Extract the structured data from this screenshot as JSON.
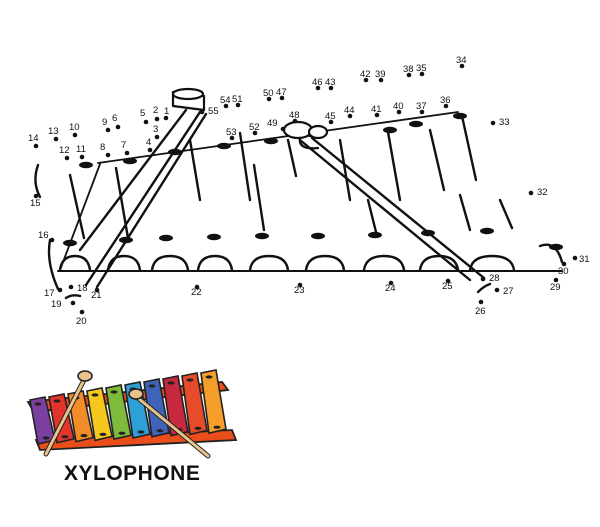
{
  "title": "XYLOPHONE",
  "puzzle": {
    "type": "connect-the-dots",
    "dot_numbers": [
      "1",
      "2",
      "3",
      "4",
      "5",
      "6",
      "7",
      "8",
      "9",
      "10",
      "11",
      "12",
      "13",
      "14",
      "15",
      "16",
      "17",
      "18",
      "19",
      "20",
      "21",
      "22",
      "23",
      "24",
      "25",
      "26",
      "27",
      "28",
      "29",
      "30",
      "31",
      "32",
      "33",
      "34",
      "35",
      "36",
      "37",
      "38",
      "39",
      "40",
      "41",
      "42",
      "43",
      "44",
      "45",
      "46",
      "47",
      "48",
      "49",
      "50",
      "51",
      "52",
      "53",
      "54",
      "55"
    ]
  },
  "colors": {
    "outline": "#111111",
    "bars": [
      "#7b3fa0",
      "#e2342b",
      "#f28c28",
      "#f6c81e",
      "#7dbb3a",
      "#2f9fd8",
      "#3f63b8",
      "#c8283e",
      "#e74c2a",
      "#f59e2a"
    ],
    "frame": "#e94e1b",
    "mallet_wood": "#e9c48a"
  }
}
